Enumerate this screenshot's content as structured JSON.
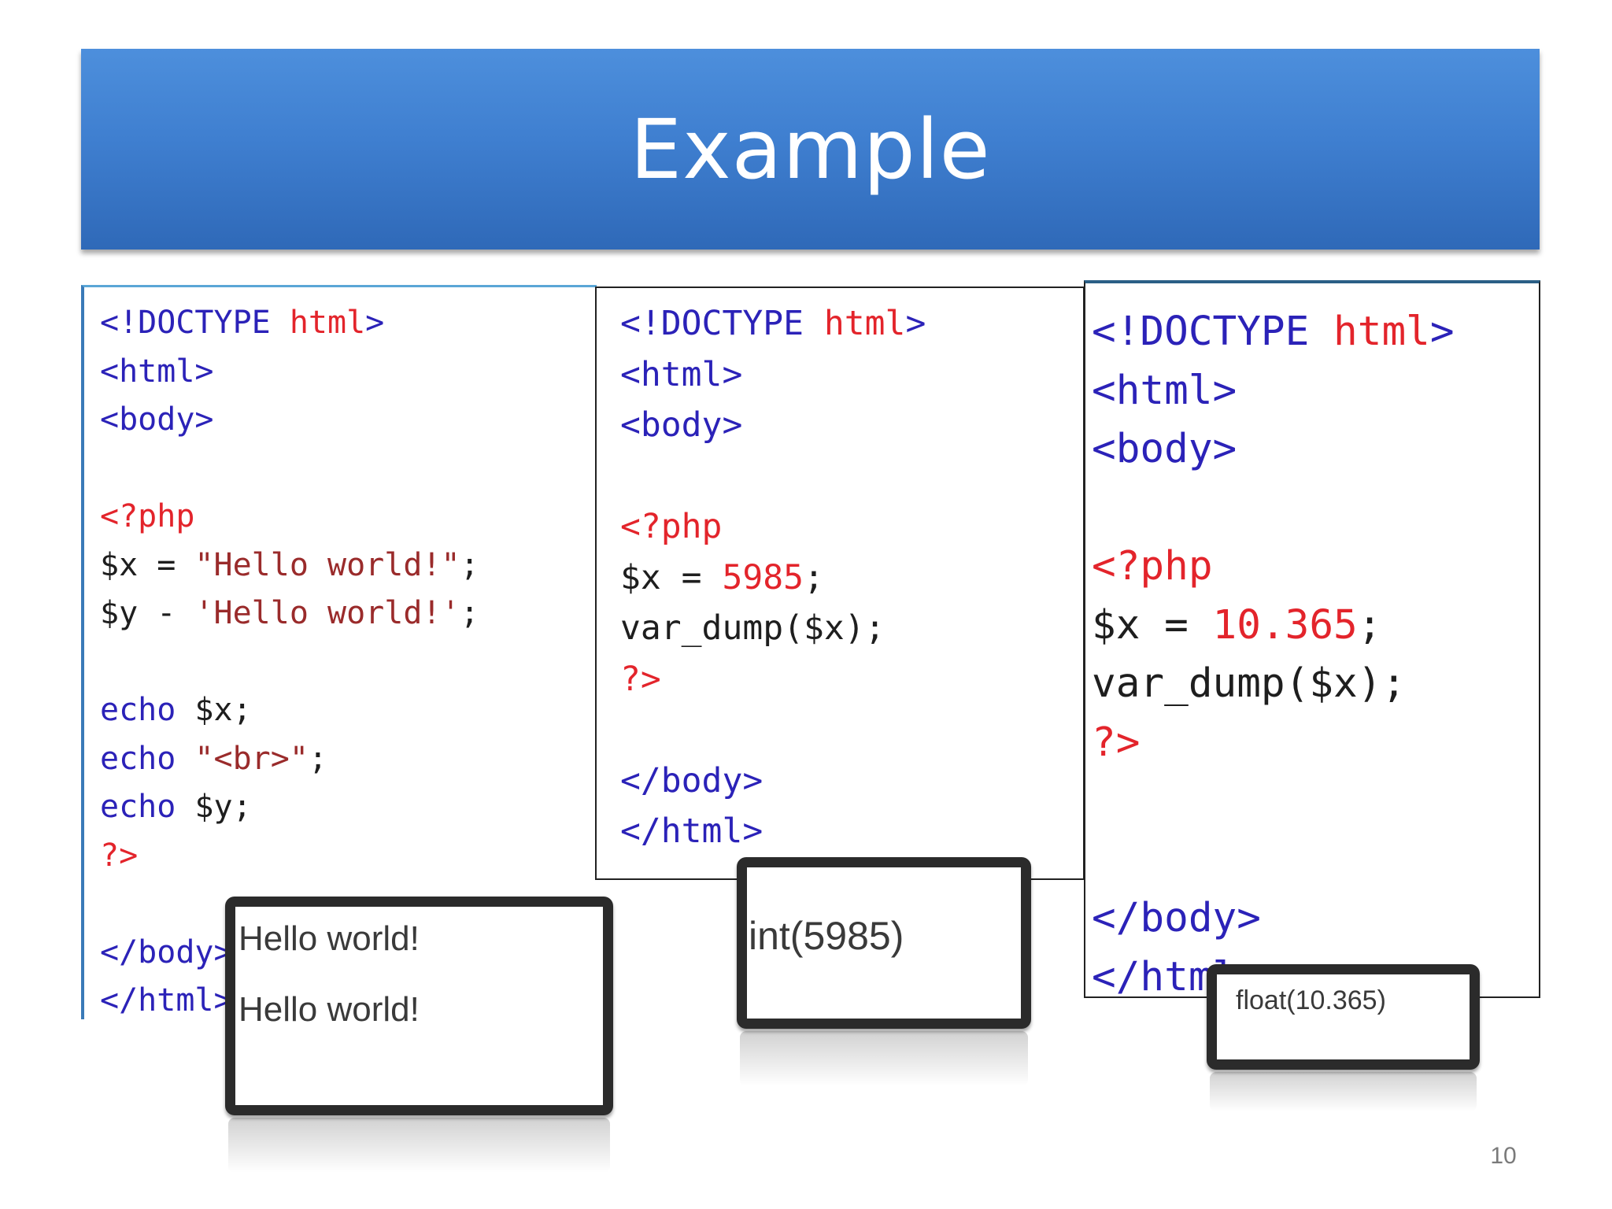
{
  "slide": {
    "title": "Example",
    "page_number": "10"
  },
  "panels": [
    {
      "lines": [
        {
          "tokens": [
            {
              "t": "<!DOCTYPE ",
              "c": "blue"
            },
            {
              "t": "html",
              "c": "red"
            },
            {
              "t": ">",
              "c": "blue"
            }
          ]
        },
        {
          "tokens": [
            {
              "t": "<html>",
              "c": "blue"
            }
          ]
        },
        {
          "tokens": [
            {
              "t": "<body>",
              "c": "blue"
            }
          ]
        },
        {
          "tokens": []
        },
        {
          "tokens": [
            {
              "t": "<?php",
              "c": "red"
            }
          ]
        },
        {
          "tokens": [
            {
              "t": "$x = ",
              "c": "dark"
            },
            {
              "t": "\"Hello world!\"",
              "c": "str"
            },
            {
              "t": ";",
              "c": "dark"
            }
          ]
        },
        {
          "tokens": [
            {
              "t": "$y - ",
              "c": "dark"
            },
            {
              "t": "'Hello world!'",
              "c": "str"
            },
            {
              "t": ";",
              "c": "dark"
            }
          ]
        },
        {
          "tokens": []
        },
        {
          "tokens": [
            {
              "t": "echo ",
              "c": "blue"
            },
            {
              "t": "$x;",
              "c": "dark"
            }
          ]
        },
        {
          "tokens": [
            {
              "t": "echo ",
              "c": "blue"
            },
            {
              "t": "\"<br>\"",
              "c": "str"
            },
            {
              "t": ";",
              "c": "dark"
            }
          ]
        },
        {
          "tokens": [
            {
              "t": "echo ",
              "c": "blue"
            },
            {
              "t": "$y;",
              "c": "dark"
            }
          ]
        },
        {
          "tokens": [
            {
              "t": "?>",
              "c": "red"
            }
          ]
        },
        {
          "tokens": []
        },
        {
          "tokens": [
            {
              "t": "</body>",
              "c": "blue"
            }
          ]
        },
        {
          "tokens": [
            {
              "t": "</html>",
              "c": "blue"
            }
          ]
        }
      ]
    },
    {
      "lines": [
        {
          "tokens": [
            {
              "t": "<!DOCTYPE ",
              "c": "blue"
            },
            {
              "t": "html",
              "c": "red"
            },
            {
              "t": ">",
              "c": "blue"
            }
          ]
        },
        {
          "tokens": [
            {
              "t": "<html>",
              "c": "blue"
            }
          ]
        },
        {
          "tokens": [
            {
              "t": "<body>",
              "c": "blue"
            }
          ]
        },
        {
          "tokens": []
        },
        {
          "tokens": [
            {
              "t": "<?php",
              "c": "red"
            }
          ]
        },
        {
          "tokens": [
            {
              "t": "$x = ",
              "c": "dark"
            },
            {
              "t": "5985",
              "c": "red"
            },
            {
              "t": ";",
              "c": "dark"
            }
          ]
        },
        {
          "tokens": [
            {
              "t": "var_dump($x);",
              "c": "dark"
            }
          ]
        },
        {
          "tokens": [
            {
              "t": "?>",
              "c": "red"
            }
          ]
        },
        {
          "tokens": []
        },
        {
          "tokens": [
            {
              "t": "</body>",
              "c": "blue"
            }
          ]
        },
        {
          "tokens": [
            {
              "t": "</html>",
              "c": "blue"
            }
          ]
        }
      ]
    },
    {
      "lines": [
        {
          "tokens": [
            {
              "t": "<!DOCTYPE ",
              "c": "blue"
            },
            {
              "t": "html",
              "c": "red"
            },
            {
              "t": ">",
              "c": "blue"
            }
          ]
        },
        {
          "tokens": [
            {
              "t": "<html>",
              "c": "blue"
            }
          ]
        },
        {
          "tokens": [
            {
              "t": "<body>",
              "c": "blue"
            }
          ]
        },
        {
          "tokens": []
        },
        {
          "tokens": [
            {
              "t": "<?php",
              "c": "red"
            }
          ]
        },
        {
          "tokens": [
            {
              "t": "$x = ",
              "c": "dark"
            },
            {
              "t": "10.365",
              "c": "red"
            },
            {
              "t": ";",
              "c": "dark"
            }
          ]
        },
        {
          "tokens": [
            {
              "t": "var_dump($x);",
              "c": "dark"
            }
          ]
        },
        {
          "tokens": [
            {
              "t": "?>",
              "c": "red"
            }
          ]
        },
        {
          "tokens": []
        },
        {
          "tokens": []
        },
        {
          "tokens": [
            {
              "t": "</body>",
              "c": "blue"
            }
          ]
        },
        {
          "tokens": [
            {
              "t": "</html>",
              "c": "blue"
            }
          ]
        }
      ]
    }
  ],
  "outputs": [
    {
      "lines": [
        "Hello world!",
        "Hello world!"
      ]
    },
    {
      "lines": [
        "int(5985)"
      ]
    },
    {
      "lines": [
        "float(10.365)"
      ]
    }
  ],
  "colors": {
    "title_bar": "#4281d4",
    "tag_blue": "#2b22b8",
    "keyword_red": "#e3242b",
    "text_dark": "#1e1e1e",
    "string_brown": "#9a2b2b",
    "frame_dark": "#2b2b2b"
  }
}
